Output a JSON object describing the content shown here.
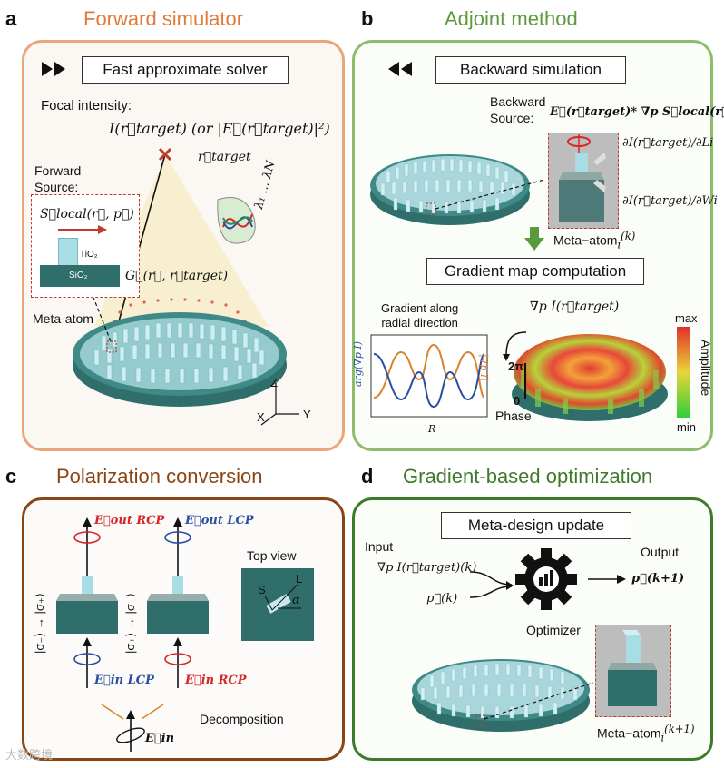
{
  "panels": {
    "a": {
      "letter": "a",
      "title": "Forward simulator",
      "box": "Fast approximate solver",
      "focal_intensity": "Focal intensity:",
      "focal_formula": "I(r⃗target) (or |E⃗(r⃗target)|²)",
      "r_target": "r⃗target",
      "forward_source": "Forward\nSource:",
      "s_local": "S⃗local(r⃗, p⃗)",
      "tio2": "TiO₂",
      "sio2": "SiO₂",
      "lambda": "λ₁ … λN",
      "green": "G⃡(r⃗, r⃗target)",
      "meta_atom": "Meta-atom",
      "axis_z": "Z",
      "axis_x": "X",
      "axis_y": "Y"
    },
    "b": {
      "letter": "b",
      "title": "Adjoint method",
      "box": "Backward simulation",
      "backward_source": "Backward\nSource:",
      "adjoint_formula": "E⃗(r⃗target)* ∇p S⃗local(r⃗, p⃗)",
      "dI_dL": "∂I(r⃗target)/∂Li",
      "dI_dW": "∂I(r⃗target)/∂Wi",
      "meta_atom_k": "Meta−atom",
      "meta_atom_k_sup": "(k)",
      "meta_atom_k_sub": "i",
      "gradient_box": "Gradient map computation",
      "gradient_along": "Gradient along\nradial direction",
      "grad_label": "∇p I(r⃗target)",
      "arg_label": "arg(∇p I)",
      "abs_label": "|∇p I|",
      "r_label": "R",
      "cbar_max": "max",
      "cbar_min": "min",
      "cbar_title": "Amplitude",
      "phase_2pi": "2π",
      "phase_0": "0",
      "phase_label": "Phase"
    },
    "c": {
      "letter": "c",
      "title": "Polarization conversion",
      "e_out_rcp": "E⃗out RCP",
      "e_out_lcp": "E⃗out LCP",
      "e_in_lcp": "E⃗in LCP",
      "e_in_rcp": "E⃗in RCP",
      "e_in": "E⃗in",
      "ket_left_1": "|σ₋⟩ → |σ₊⟩",
      "ket_left_2": "|σ₊⟩ → |σ₋⟩",
      "top_view": "Top view",
      "s": "S",
      "l": "L",
      "alpha": "α",
      "decomposition": "Decomposition"
    },
    "d": {
      "letter": "d",
      "title": "Gradient-based optimization",
      "box": "Meta-design update",
      "input": "Input",
      "output": "Output",
      "in_grad": "∇p I(r⃗target)(k)",
      "in_p": "p⃗(k)",
      "out_p": "p⃗(k+1)",
      "optimizer": "Optimizer",
      "meta_atom": "Meta−atom",
      "meta_atom_sup": "(k+1)",
      "meta_atom_sub": "i"
    }
  },
  "watermark": "大数跨境",
  "colors": {
    "orange": "#e07b39",
    "green": "#5a9a3c",
    "brown": "#8b4513",
    "dark_green": "#3f7a2a",
    "teal": "#2f6e6b",
    "pillar": "#a8dde5",
    "red": "#d62728",
    "blue": "#2b4ea0"
  },
  "chart_data": {
    "type": "line",
    "title": "Gradient along radial direction",
    "xlabel": "R",
    "ylabel_left": "arg(∇p I)",
    "ylabel_right": "|∇p I|",
    "series": [
      {
        "name": "arg(∇p I)",
        "color": "#2b4ea0"
      },
      {
        "name": "|∇p I|",
        "color": "#d9822b"
      }
    ]
  }
}
